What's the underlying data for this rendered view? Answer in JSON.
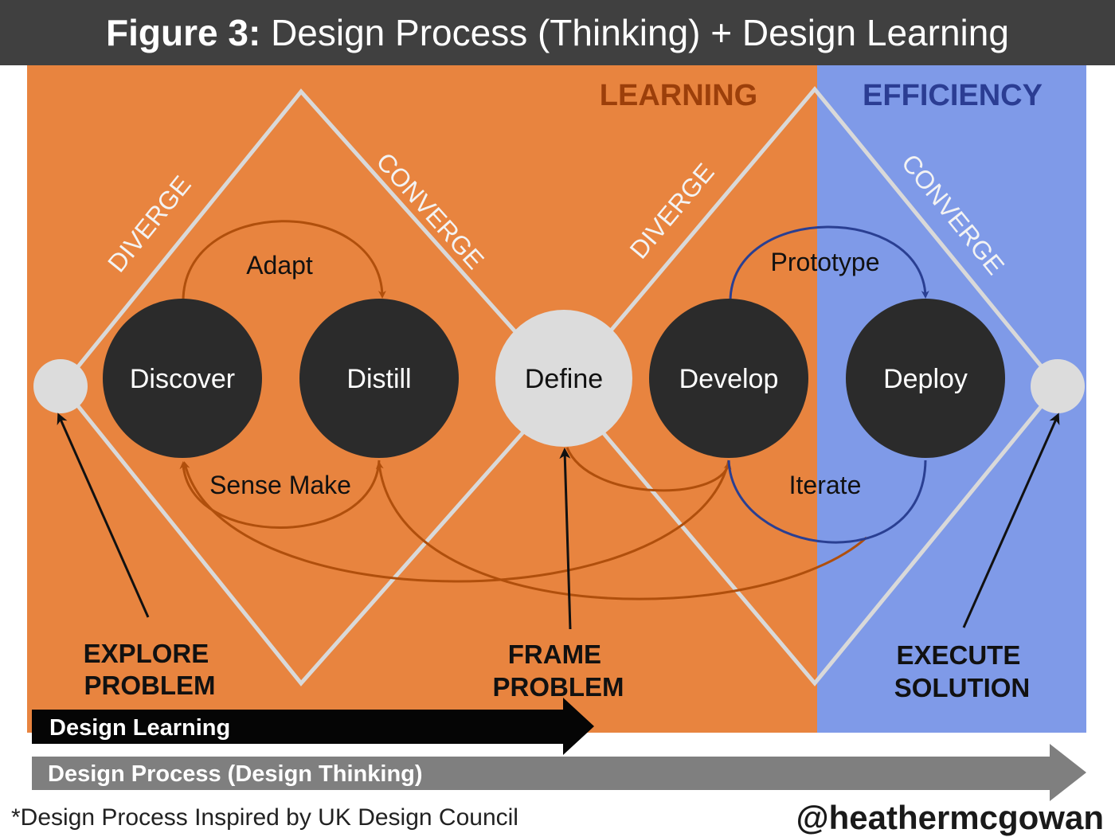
{
  "title": {
    "prefix": "Figure 3:",
    "text": "Design Process (Thinking) + Design Learning"
  },
  "colors": {
    "learning_zone": "#E8843F",
    "efficiency_zone": "#7F9AE8",
    "stage_dark": "#2B2B2B",
    "stage_light": "#DCDCDC",
    "diamond_line": "#D9D9D9",
    "learning_arc": "#B04F0C",
    "efficiency_arc": "#2A3F92",
    "learning_header": "#9C3F0A",
    "efficiency_header": "#2B3D93"
  },
  "zones": {
    "learning": "LEARNING",
    "efficiency": "EFFICIENCY"
  },
  "diamond_labels": {
    "diverge_1": "DIVERGE",
    "converge_1": "CONVERGE",
    "diverge_2": "DIVERGE",
    "converge_2": "CONVERGE"
  },
  "stages": {
    "discover": "Discover",
    "distill": "Distill",
    "define": "Define",
    "develop": "Develop",
    "deploy": "Deploy"
  },
  "loops": {
    "adapt": "Adapt",
    "sense_make": "Sense Make",
    "prototype": "Prototype",
    "iterate": "Iterate"
  },
  "callouts": {
    "explore": [
      "EXPLORE",
      "PROBLEM"
    ],
    "frame": [
      "FRAME",
      "PROBLEM"
    ],
    "execute": [
      "EXECUTE",
      "SOLUTION"
    ]
  },
  "bars": {
    "design_learning": "Design Learning",
    "design_process": "Design Process (Design Thinking)"
  },
  "footer": {
    "note": "*Design Process Inspired by UK Design Council",
    "author": "@heathermcgowan"
  }
}
